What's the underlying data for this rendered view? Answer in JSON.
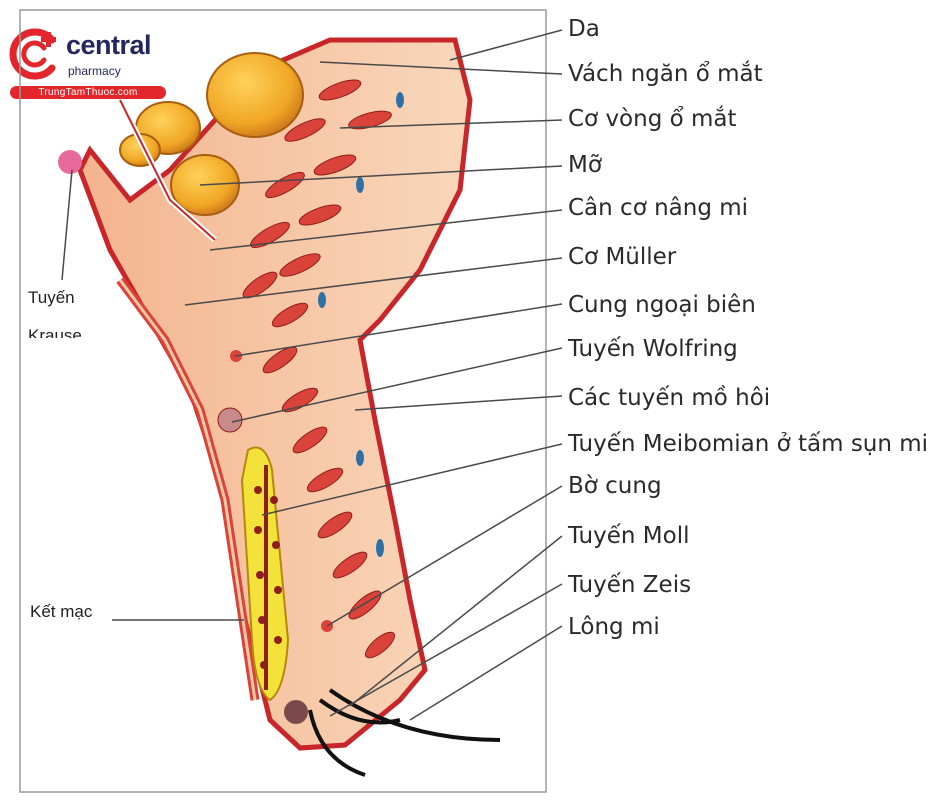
{
  "brand": {
    "name": "central",
    "sub": "pharmacy",
    "site": "TrungTamThuoc.com",
    "red": "#e3262b",
    "navy": "#22285e"
  },
  "labels": {
    "da": "Da",
    "vach_ngan": "Vách ngăn ổ mắt",
    "co_vong": "Cơ vòng ổ mắt",
    "mo": "Mỡ",
    "can_co": "Cân cơ nâng mi",
    "co_muller": "Cơ Müller",
    "cung_ngoai": "Cung ngoại biên",
    "wolfring": "Tuyến Wolfring",
    "mo_hoi": "Các tuyến mồ hôi",
    "meibomian": "Tuyến Meibomian ở tấm sụn mi",
    "bo_cung": "Bờ cung",
    "moll": "Tuyến Moll",
    "zeis": "Tuyến Zeis",
    "long_mi": "Lông mi",
    "tuyen_krause_1": "Tuyến",
    "tuyen_krause_2": "Krause",
    "ket_mac": "Kết mạc"
  },
  "colors": {
    "skin": "#f6c9a6",
    "skin_edge": "#c8262a",
    "muscle": "#d9433a",
    "fat": "#f0a624",
    "tarsus": "#f2e23a",
    "vessel": "#2e6fa6",
    "line": "#4a4a4a"
  }
}
